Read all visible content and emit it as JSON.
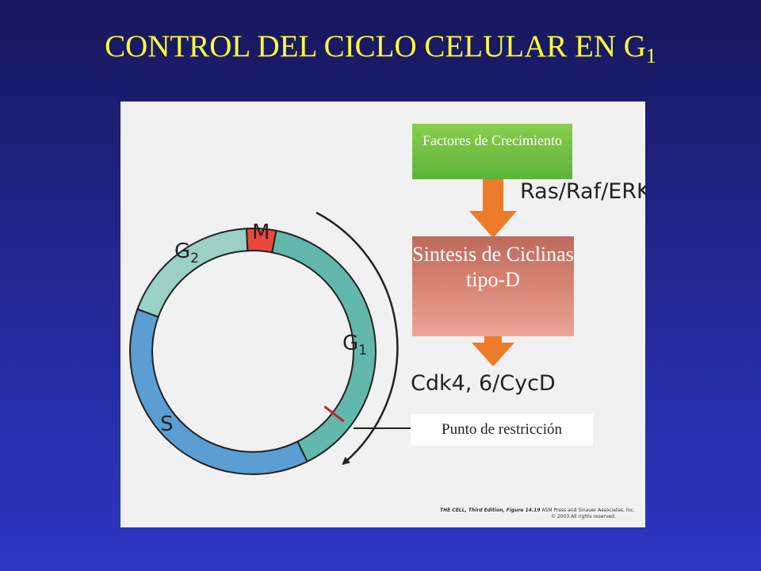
{
  "slide": {
    "title": "CONTROL DEL CICLO CELULAR EN G",
    "title_subscript": "1"
  },
  "diagram": {
    "phases": {
      "g2": {
        "label": "G",
        "subscript": "2",
        "color": "#9ad0c6"
      },
      "m": {
        "label": "M",
        "color": "#e8483c"
      },
      "g1": {
        "label": "G",
        "subscript": "1",
        "color": "#63b8ad"
      },
      "s": {
        "label": "S",
        "color": "#5a9ed4"
      }
    },
    "growth_factors": "Factores de Crecimiento",
    "pathway": "Ras/Raf/ERK",
    "synthesis": "Sintesis de Ciclinas tipo-D",
    "complex": "Cdk4, 6/CycD",
    "restriction_point": "Punto de restricción",
    "credit": {
      "book": "THE CELL, Third Edition, Figure 14.19",
      "publisher": "ASM Press and Sinauer Associates, Inc.",
      "copyright": "© 2003 All rights reserved."
    },
    "colors": {
      "arrow": "#ee7a2b",
      "growth_box": "#6cbf45",
      "synthesis_box": "#d4806f",
      "restriction_mark": "#cc1f2a"
    }
  }
}
